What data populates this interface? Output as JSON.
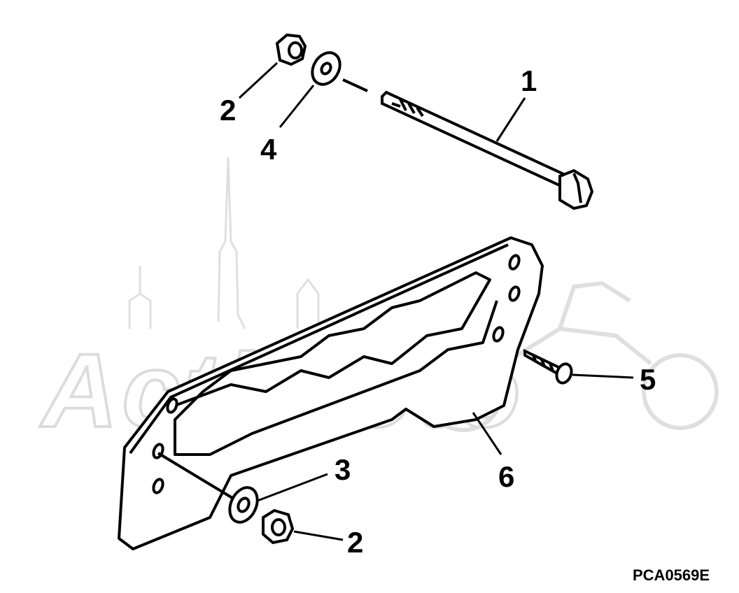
{
  "diagram": {
    "callouts": [
      {
        "id": "1",
        "label": "1"
      },
      {
        "id": "2a",
        "label": "2"
      },
      {
        "id": "4",
        "label": "4"
      },
      {
        "id": "3",
        "label": "3"
      },
      {
        "id": "2b",
        "label": "2"
      },
      {
        "id": "5",
        "label": "5"
      },
      {
        "id": "6",
        "label": "6"
      }
    ],
    "figure_code": "PCA0569E",
    "watermark": "ActiMoto",
    "colors": {
      "ink": "#000000",
      "watermark": "#d9d9d9",
      "background": "#ffffff"
    }
  }
}
